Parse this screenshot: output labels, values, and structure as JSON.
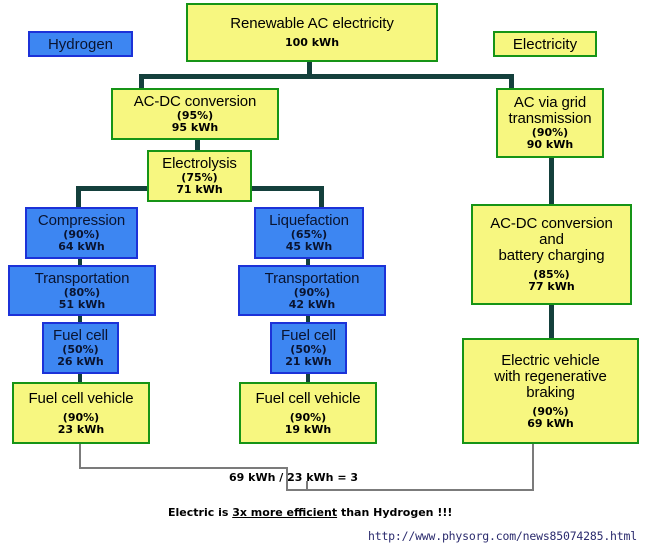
{
  "diagram": {
    "title_node": {
      "name": "renewable-ac-electricity",
      "title": "Renewable AC electricity",
      "kwh": "100 kWh"
    },
    "legend": {
      "hydrogen": "Hydrogen",
      "electricity": "Electricity"
    },
    "colors": {
      "yellow_fill": "#f7f780",
      "yellow_border": "#169416",
      "blue_fill": "#3d86f2",
      "blue_border": "#1c32d8",
      "connector": "#14403c",
      "gray_connector": "#7b7b7b",
      "url_color": "#2b2b6e",
      "background": "#ffffff"
    },
    "nodes": {
      "ac_dc_conversion": {
        "title": "AC-DC conversion",
        "pct": "(95%)",
        "kwh": "95 kWh"
      },
      "electrolysis": {
        "title": "Electrolysis",
        "pct": "(75%)",
        "kwh": "71 kWh"
      },
      "compression": {
        "title": "Compression",
        "pct": "(90%)",
        "kwh": "64 kWh"
      },
      "transportation_left": {
        "title": "Transportation",
        "pct": "(80%)",
        "kwh": "51 kWh"
      },
      "fuel_cell_left": {
        "title": "Fuel cell",
        "pct": "(50%)",
        "kwh": "26 kWh"
      },
      "fuel_cell_vehicle_left": {
        "title": "Fuel cell vehicle",
        "pct": "(90%)",
        "kwh": "23 kWh"
      },
      "liquefaction": {
        "title": "Liquefaction",
        "pct": "(65%)",
        "kwh": "45 kWh"
      },
      "transportation_mid": {
        "title": "Transportation",
        "pct": "(90%)",
        "kwh": "42 kWh"
      },
      "fuel_cell_mid": {
        "title": "Fuel cell",
        "pct": "(50%)",
        "kwh": "21 kWh"
      },
      "fuel_cell_vehicle_mid": {
        "title": "Fuel cell vehicle",
        "pct": "(90%)",
        "kwh": "19 kWh"
      },
      "ac_via_grid": {
        "title": "AC via grid\ntransmission",
        "pct": "(90%)",
        "kwh": "90 kWh"
      },
      "ac_dc_battery": {
        "title": "AC-DC conversion\nand\nbattery charging",
        "pct": "(85%)",
        "kwh": "77 kWh"
      },
      "electric_vehicle": {
        "title": "Electric vehicle\nwith regenerative\nbraking",
        "pct": "(90%)",
        "kwh": "69 kWh"
      }
    },
    "footer": {
      "ratio": "69 kWh / 23 kWh = 3",
      "conclusion_pre": "Electric is ",
      "conclusion_emph": "3x more efficient",
      "conclusion_post": " than Hydrogen !!!",
      "url": "http://www.physorg.com/news85074285.html"
    }
  },
  "chart_data": {
    "type": "diagram",
    "title": "Renewable AC electricity energy pathway comparison",
    "pathways": [
      {
        "name": "Hydrogen - Compression",
        "steps": [
          {
            "label": "Renewable AC electricity",
            "efficiency": null,
            "energy_kwh": 100
          },
          {
            "label": "AC-DC conversion",
            "efficiency": 95,
            "energy_kwh": 95
          },
          {
            "label": "Electrolysis",
            "efficiency": 75,
            "energy_kwh": 71
          },
          {
            "label": "Compression",
            "efficiency": 90,
            "energy_kwh": 64
          },
          {
            "label": "Transportation",
            "efficiency": 80,
            "energy_kwh": 51
          },
          {
            "label": "Fuel cell",
            "efficiency": 50,
            "energy_kwh": 26
          },
          {
            "label": "Fuel cell vehicle",
            "efficiency": 90,
            "energy_kwh": 23
          }
        ]
      },
      {
        "name": "Hydrogen - Liquefaction",
        "steps": [
          {
            "label": "Renewable AC electricity",
            "efficiency": null,
            "energy_kwh": 100
          },
          {
            "label": "AC-DC conversion",
            "efficiency": 95,
            "energy_kwh": 95
          },
          {
            "label": "Electrolysis",
            "efficiency": 75,
            "energy_kwh": 71
          },
          {
            "label": "Liquefaction",
            "efficiency": 65,
            "energy_kwh": 45
          },
          {
            "label": "Transportation",
            "efficiency": 90,
            "energy_kwh": 42
          },
          {
            "label": "Fuel cell",
            "efficiency": 50,
            "energy_kwh": 21
          },
          {
            "label": "Fuel cell vehicle",
            "efficiency": 90,
            "energy_kwh": 19
          }
        ]
      },
      {
        "name": "Electricity",
        "steps": [
          {
            "label": "Renewable AC electricity",
            "efficiency": null,
            "energy_kwh": 100
          },
          {
            "label": "AC via grid transmission",
            "efficiency": 90,
            "energy_kwh": 90
          },
          {
            "label": "AC-DC conversion and battery charging",
            "efficiency": 85,
            "energy_kwh": 77
          },
          {
            "label": "Electric vehicle with regenerative braking",
            "efficiency": 90,
            "energy_kwh": 69
          }
        ]
      }
    ],
    "result": {
      "numerator_kwh": 69,
      "denominator_kwh": 23,
      "ratio": 3
    }
  }
}
